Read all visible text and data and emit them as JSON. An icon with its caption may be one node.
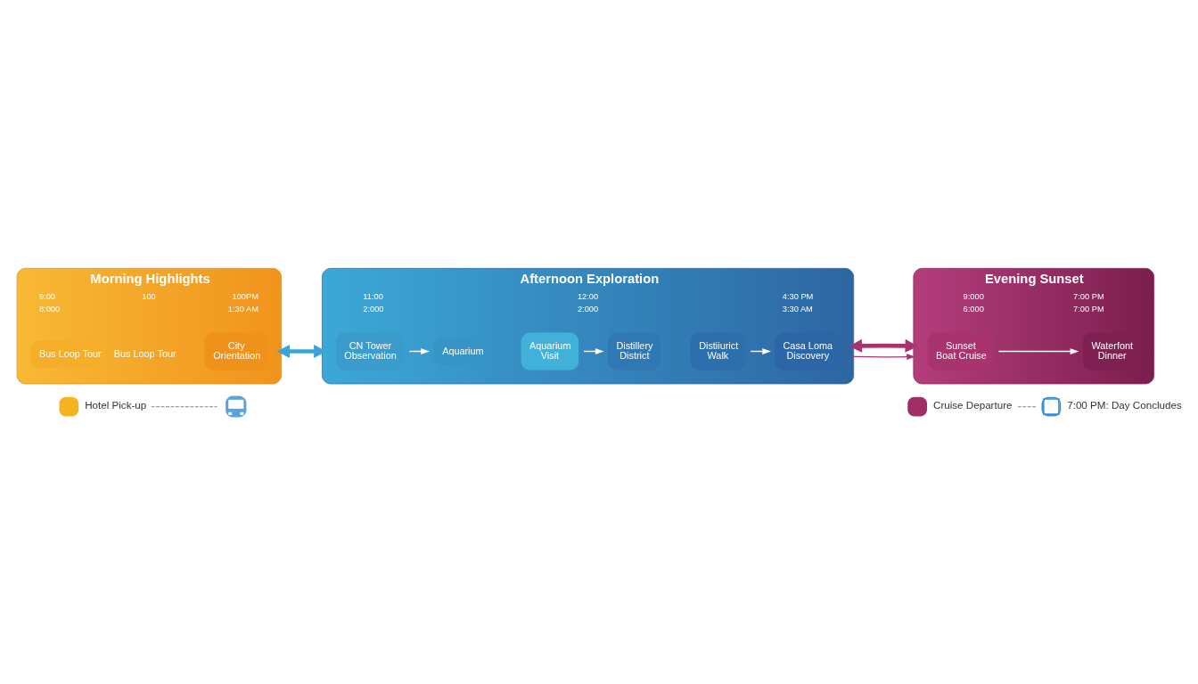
{
  "diagram": {
    "nodes": [
      {
        "text": [
          "Morning Highlights"
        ],
        "beside": [
          "9:00",
          "100",
          "100PM",
          "8:000",
          "1:30 AM"
        ]
      },
      {
        "text": [
          "Bus Loop Tour"
        ],
        "in": 0,
        "beside": [
          "Bus Loop Tour"
        ]
      },
      {
        "text": [
          "City Orientation"
        ],
        "in": 0
      },
      {
        "text": [
          "Afternoon Exploration"
        ],
        "beside": [
          "11:00",
          "12:00",
          "4:30 PM",
          "2:000",
          "2:000",
          "3:30 AM"
        ]
      },
      {
        "text": [
          "CN Tower Observation"
        ],
        "in": 3
      },
      {
        "text": [
          "Aquarium"
        ],
        "in": 3
      },
      {
        "text": [
          "Aquarium Visit"
        ],
        "in": 3
      },
      {
        "text": [
          "Distillery District"
        ],
        "in": 3
      },
      {
        "text": [
          "Distiiurict Walk"
        ],
        "in": 3
      },
      {
        "text": [
          "Casa Loma Discovery"
        ],
        "in": 3
      },
      {
        "text": [
          "Evening Sunset"
        ],
        "beside": [
          "9:000",
          "7:00 PM",
          "6:000",
          "7:00 PM"
        ]
      },
      {
        "text": [
          "Sunset Boat Cruise"
        ],
        "in": 10
      },
      {
        "text": [
          "Waterfont Dinner"
        ],
        "in": 10
      },
      {
        "text": [
          "Hotel Pick-up"
        ]
      },
      {
        "text": [],
        "shape": "picture"
      },
      {
        "text": [
          "Cruise Departure"
        ]
      },
      {
        "text": [
          "7:00 PM: Day Concludes"
        ]
      }
    ],
    "edges": [
      {
        "from": 0,
        "to": 3,
        "arrow": "both",
        "style": "thick",
        "color": "#3ba3d6"
      },
      {
        "from": 4,
        "to": 5,
        "arrow": "to"
      },
      {
        "from": 6,
        "to": 7,
        "arrow": "to"
      },
      {
        "from": 8,
        "to": 9,
        "arrow": "to"
      },
      {
        "from": 3,
        "to": 10,
        "arrow": "to",
        "color": "#a8336e"
      },
      {
        "from": 3,
        "to": 10,
        "arrow": "both",
        "style": "thick",
        "color": "#a8336e"
      },
      {
        "from": 11,
        "to": 12,
        "arrow": "to"
      },
      {
        "from": 13,
        "to": 14,
        "arrow": "none",
        "style": "dashed",
        "color": "#9e9e9e"
      },
      {
        "from": 15,
        "to": 16,
        "arrow": "none",
        "style": "dashed",
        "color": "#9e9e9e"
      }
    ]
  }
}
